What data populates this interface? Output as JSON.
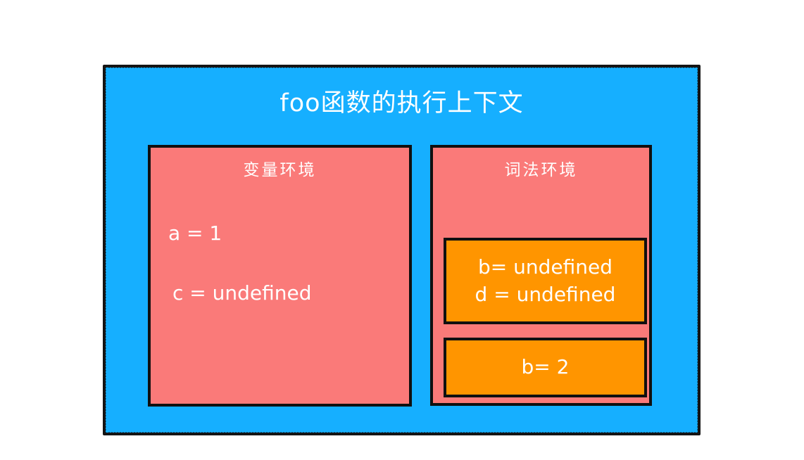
{
  "diagram": {
    "title": "foo函数的执行上下文",
    "colors": {
      "context_background": "#16AFFF",
      "panel_background": "#FA7A79",
      "binding_background": "#FF9500",
      "border": "#101010",
      "text": "#FFFFFF",
      "page_background": "#FFFFFF"
    },
    "panels": [
      {
        "id": "variable-environment",
        "title": "变量环境",
        "entries": [
          {
            "text": "a = 1"
          },
          {
            "text": "c = undefined"
          }
        ]
      },
      {
        "id": "lexical-environment",
        "title": "词法环境",
        "binding_boxes": [
          {
            "lines": [
              "b= undefined",
              "d = undefined"
            ]
          },
          {
            "lines": [
              "b= 2"
            ]
          }
        ]
      }
    ]
  }
}
